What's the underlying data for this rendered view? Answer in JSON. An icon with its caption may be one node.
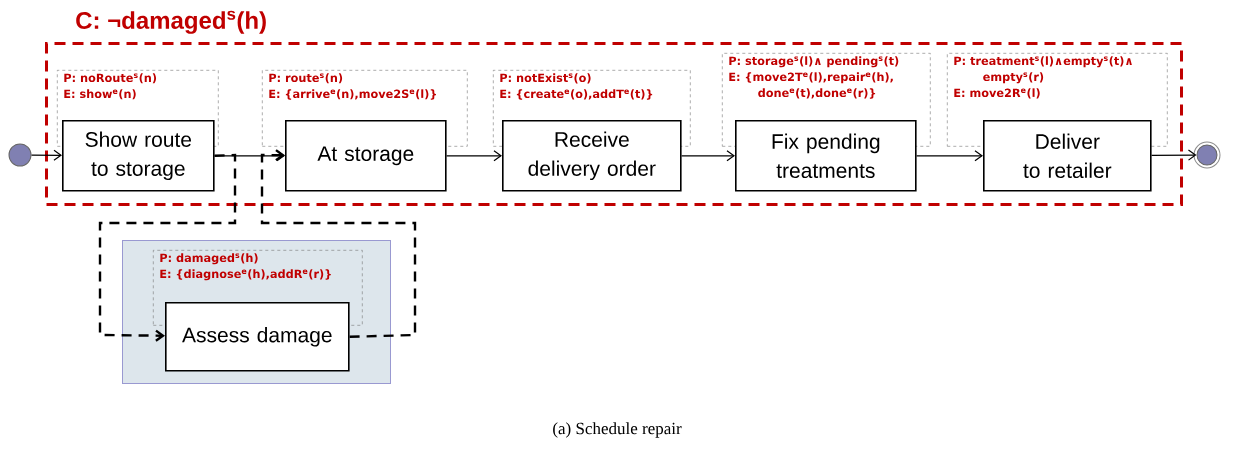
{
  "diagram": {
    "caption": "(a) Schedule repair",
    "nodes": [
      {
        "text": [
          "C: ¬damaged$^{s}$(h)"
        ]
      },
      {
        "text": [],
        "shape": "circle"
      },
      {
        "text": [
          "P: noRoute$^{s}$(n)",
          "E: show$^{e}$(n)"
        ],
        "in": 0
      },
      {
        "text": [
          "Show route to storage"
        ],
        "in": 0
      },
      {
        "text": [
          "P: route$^{s}$(n)",
          "E: {arrive$^{e}$(n),move2S$^{e}$(l)}"
        ],
        "in": 0
      },
      {
        "text": [
          "At storage"
        ],
        "in": 0
      },
      {
        "text": [
          "P: notExist$^{s}$(o)",
          "E: {create$^{e}$(o),addT$^{e}$(t)}"
        ],
        "in": 0
      },
      {
        "text": [
          "Receive delivery order"
        ],
        "in": 0
      },
      {
        "text": [
          "P: storage$^{s}$(l)∧ pending$^{s}$(t)",
          "E: {move2T$^{e}$(l),repair$^{e}$(h), done$^{e}$(t),done$^{e}$(r)}"
        ],
        "in": 0
      },
      {
        "text": [
          "Fix pending treatments"
        ],
        "in": 0
      },
      {
        "text": [
          "P: treatment$^{s}$(l)∧empty$^{s}$(t)∧ empty$^{s}$(r)",
          "E: move2R$^{e}$(l)"
        ],
        "in": 0
      },
      {
        "text": [
          "Deliver to retailer"
        ],
        "in": 0
      },
      {
        "text": [],
        "shape": "circle"
      },
      {
        "text": [],
        "shape": "box"
      },
      {
        "text": [
          "P: damaged$^{s}$(h)",
          "E: {diagnose$^{e}$(h),addR$^{e}$(r)}"
        ],
        "in": 13
      },
      {
        "text": [
          "Assess damage"
        ],
        "in": 13
      }
    ],
    "edges": [
      {
        "from": 1,
        "to": 3,
        "arrow": "to"
      },
      {
        "from": 3,
        "to": 5,
        "arrow": "to"
      },
      {
        "from": 5,
        "to": 7,
        "arrow": "to"
      },
      {
        "from": 7,
        "to": 9,
        "arrow": "to"
      },
      {
        "from": 9,
        "to": 11,
        "arrow": "to"
      },
      {
        "from": 11,
        "to": 12,
        "arrow": "to"
      },
      {
        "from": 3,
        "to": 15,
        "arrow": "to",
        "style": "dashed"
      },
      {
        "from": 15,
        "to": 5,
        "arrow": "to",
        "style": "dashed"
      }
    ]
  }
}
